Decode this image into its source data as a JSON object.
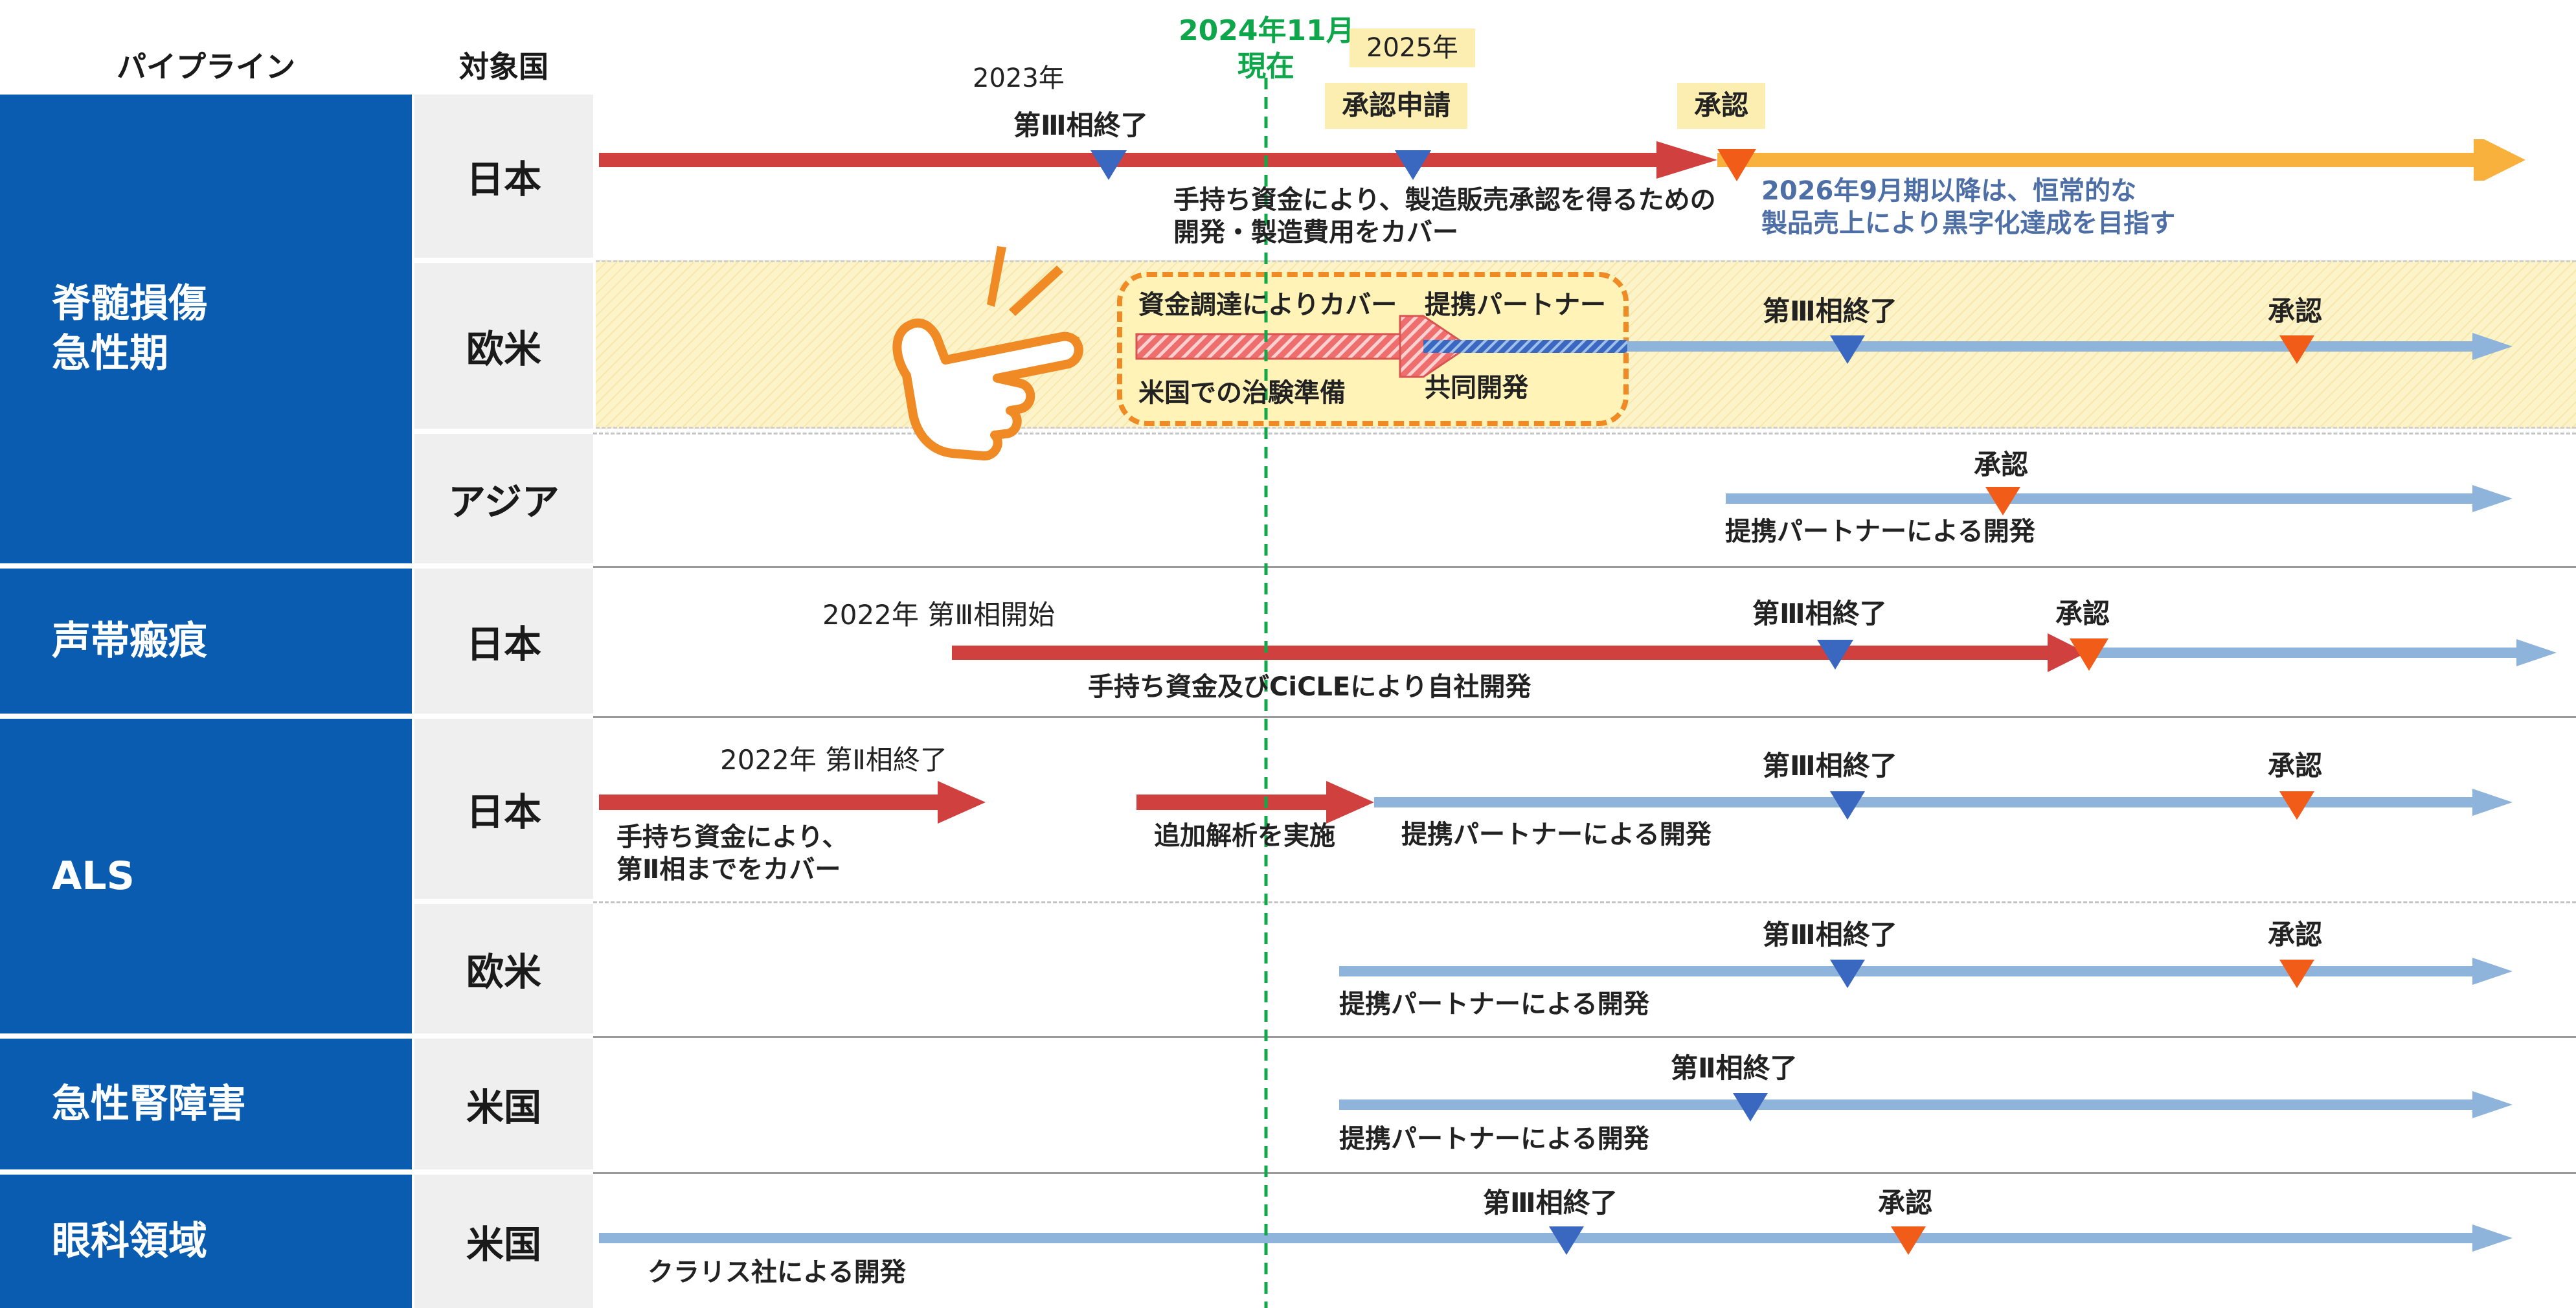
{
  "header": {
    "pipeline": "パイプライン",
    "country": "対象国"
  },
  "pipelines": {
    "spinal": "脊髄損傷\n急性期",
    "vocal": "声帯瘢痕",
    "als": "ALS",
    "kidney": "急性腎障害",
    "eye": "眼科領域"
  },
  "countries": {
    "spinal_jp": "日本",
    "spinal_euus": "欧米",
    "spinal_asia": "アジア",
    "vocal_jp": "日本",
    "als_jp": "日本",
    "als_euus": "欧米",
    "kidney_us": "米国",
    "eye_us": "米国"
  },
  "current": {
    "date": "2024年11月",
    "label": "現在"
  },
  "years": {
    "y2023": "2023年",
    "y2025": "2025年"
  },
  "spinal_jp": {
    "phase3_end": "第Ⅲ相終了",
    "filing": "承認申請",
    "approval": "承認",
    "note": "手持ち資金により、製造販売承認を得るための\n開発・製造費用をカバー",
    "outlook": "2026年9月期以降は、恒常的な\n製品売上により黒字化達成を目指す"
  },
  "spinal_euus": {
    "funding": "資金調達によりカバー",
    "partner": "提携パートナー",
    "prep": "米国での治験準備",
    "joint": "共同開発",
    "phase3_end": "第Ⅲ相終了",
    "approval": "承認"
  },
  "spinal_asia": {
    "approval": "承認",
    "note": "提携パートナーによる開発"
  },
  "vocal_jp": {
    "start": "2022年 第Ⅲ相開始",
    "phase3_end": "第Ⅲ相終了",
    "approval": "承認",
    "note": "手持ち資金及びCiCLEにより自社開発"
  },
  "als_jp": {
    "phase2_end": "2022年 第Ⅱ相終了",
    "note1": "手持ち資金により、\n第Ⅱ相までをカバー",
    "analysis": "追加解析を実施",
    "partner": "提携パートナーによる開発",
    "phase3_end": "第Ⅲ相終了",
    "approval": "承認"
  },
  "als_euus": {
    "phase3_end": "第Ⅲ相終了",
    "approval": "承認",
    "note": "提携パートナーによる開発"
  },
  "kidney_us": {
    "phase2_end": "第Ⅱ相終了",
    "note": "提携パートナーによる開発"
  },
  "eye_us": {
    "phase3_end": "第Ⅲ相終了",
    "approval": "承認",
    "note": "クラリス社による開発"
  },
  "colors": {
    "navy": "#0a5cb0",
    "red_arrow": "#d0403f",
    "orange_arrow": "#f9b13e",
    "light_blue": "#8fb4dc",
    "marker_blue": "#3a68c0",
    "marker_orange": "#f25c19",
    "green_dash": "#12a84a",
    "highlight_orange": "#f08a24"
  },
  "icons": {
    "pointer": "pointing-hand-icon"
  }
}
